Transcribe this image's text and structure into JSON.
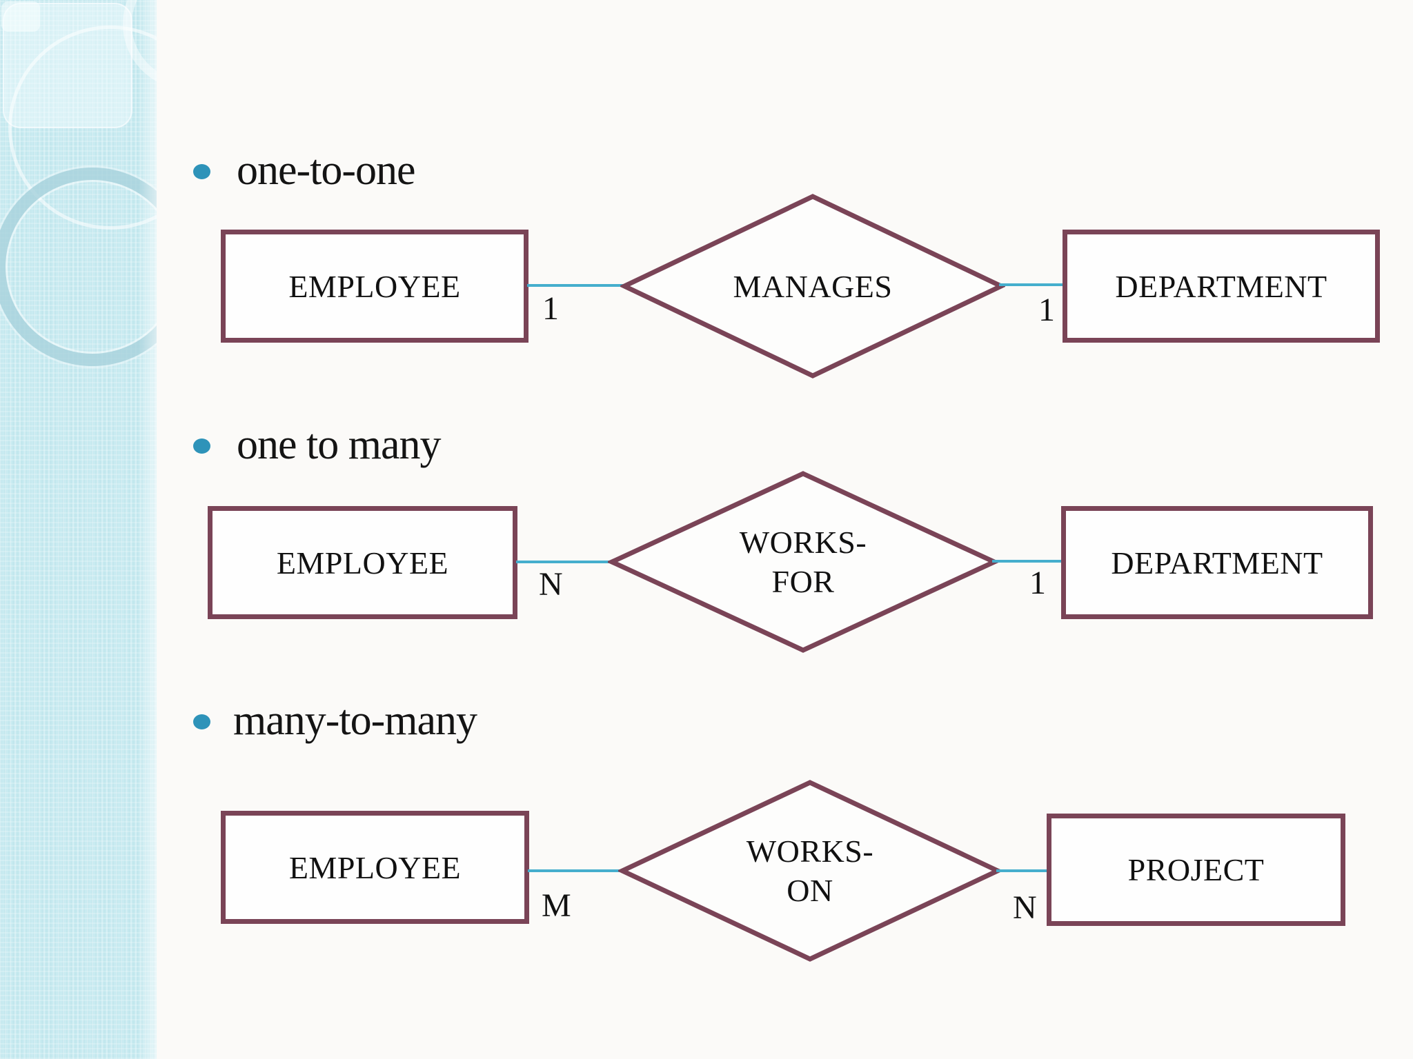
{
  "slide": {
    "background_color": "#fbfaf8",
    "sidebar_color": "#c9ebf1",
    "shape_border_color": "#7a4457",
    "connector_color": "#45aecd",
    "bullet_color": "#2e93b9",
    "text_color": "#141414"
  },
  "bullets": [
    {
      "label": "one-to-one"
    },
    {
      "label": "one to many"
    },
    {
      "label": "many-to-many"
    }
  ],
  "diagrams": [
    {
      "left_entity": "EMPLOYEE",
      "relationship": "MANAGES",
      "relationship_line2": "",
      "right_entity": "DEPARTMENT",
      "left_cardinality": "1",
      "right_cardinality": "1"
    },
    {
      "left_entity": "EMPLOYEE",
      "relationship": "WORKS-",
      "relationship_line2": "FOR",
      "right_entity": "DEPARTMENT",
      "left_cardinality": "N",
      "right_cardinality": "1"
    },
    {
      "left_entity": "EMPLOYEE",
      "relationship": "WORKS-",
      "relationship_line2": "ON",
      "right_entity": "PROJECT",
      "left_cardinality": "M",
      "right_cardinality": "N"
    }
  ]
}
